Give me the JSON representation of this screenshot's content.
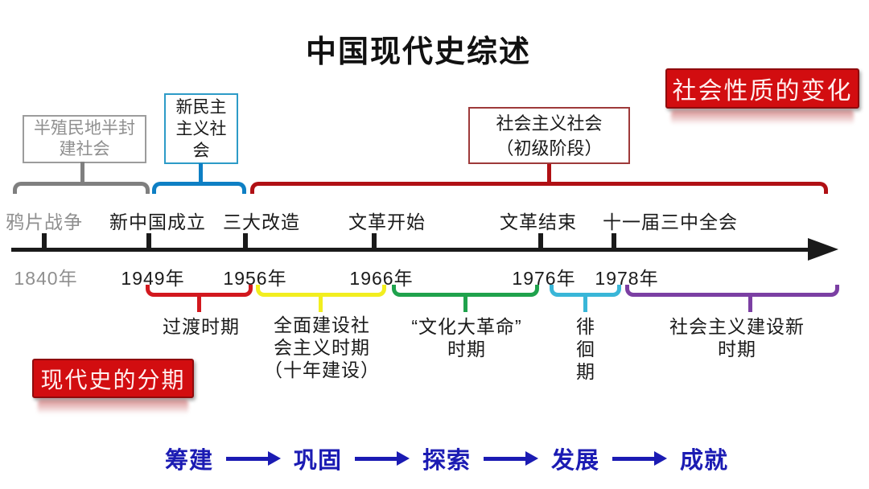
{
  "title": "中国现代史综述",
  "legend": {
    "social_nature_label": "社会性质的变化",
    "periodization_label": "现代史的分期",
    "banner_bg": "#d20d10",
    "banner_text": "#ffffff"
  },
  "stages": [
    {
      "name": "semi-colonial-semi-feudal",
      "lines": [
        "半殖民地半封",
        "建社会"
      ],
      "color": "#8f8f8f"
    },
    {
      "name": "new-democratic-society",
      "lines": [
        "新民主",
        "主义社",
        "会"
      ],
      "color": "#0e7fc4"
    },
    {
      "name": "socialist-society",
      "lines": [
        "社会主义社会",
        "（初级阶段）"
      ],
      "color": "#b01014"
    }
  ],
  "timeline": {
    "events": [
      {
        "label": "鸦片战争",
        "year": "1840年",
        "muted": true
      },
      {
        "label": "新中国成立",
        "year": "1949年"
      },
      {
        "label": "三大改造",
        "year": "1956年"
      },
      {
        "label": "文革开始",
        "year": "1966年"
      },
      {
        "label": "文革结束",
        "year": "1976年"
      },
      {
        "label": "十一届三中全会",
        "year": "1978年"
      }
    ]
  },
  "periods": [
    {
      "name": "transition-period",
      "lines": [
        "过渡时期"
      ],
      "color": "#d2181e"
    },
    {
      "name": "full-socialist-construction-period",
      "lines": [
        "全面建设社",
        "会主义时期",
        "（十年建设）"
      ],
      "color": "#f2ee1f"
    },
    {
      "name": "cultural-revolution-period",
      "lines": [
        "“文化大革命”",
        "时期"
      ],
      "color": "#1fa24c"
    },
    {
      "name": "hovering-period",
      "lines": [
        "徘",
        "徊",
        "期"
      ],
      "color": "#39b6d8"
    },
    {
      "name": "new-socialist-construction-era",
      "lines": [
        "社会主义建设新",
        "时期"
      ],
      "color": "#7b3fa3"
    }
  ],
  "flow": {
    "color": "#1b1bb3",
    "items": [
      "筹建",
      "巩固",
      "探索",
      "发展",
      "成就"
    ]
  }
}
